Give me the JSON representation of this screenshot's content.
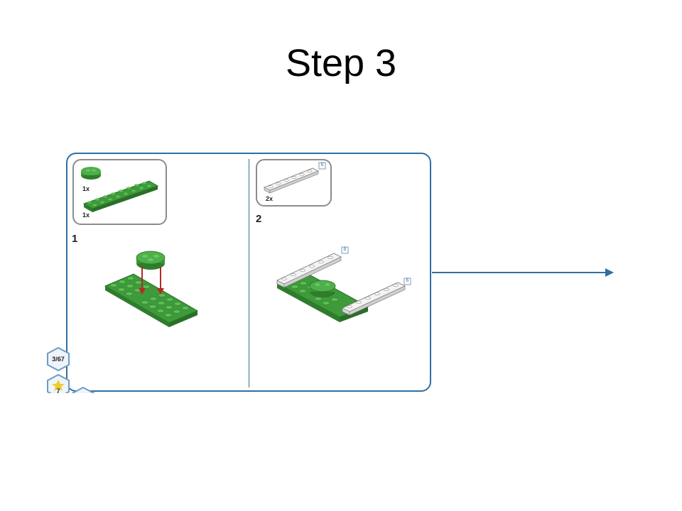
{
  "slide": {
    "title": "Step 3"
  },
  "instruction": {
    "step1": {
      "number": "1",
      "parts": [
        "1x",
        "1x"
      ]
    },
    "step2": {
      "number": "2",
      "parts": [
        "2x"
      ],
      "badge": "6"
    },
    "badges": [
      "6",
      "6"
    ]
  },
  "nav": {
    "page_indicator": "3/67",
    "counter": "7"
  },
  "colors": {
    "frame": "#2f6fa3",
    "brick_green": "#3e9a3a",
    "brick_white": "#f2f2f2",
    "arrow_red": "#b52a25"
  }
}
